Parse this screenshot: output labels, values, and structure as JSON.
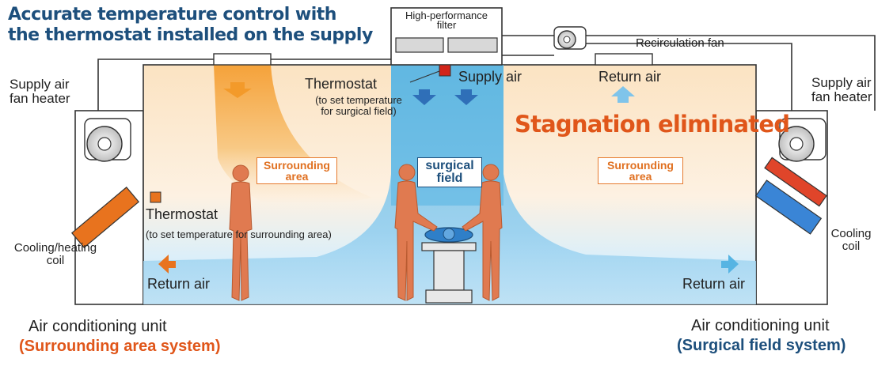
{
  "title": {
    "line1": "Accurate temperature control with",
    "line2": "the thermostat installed on the supply"
  },
  "labels": {
    "filter_line1": "High-performance",
    "filter_line2": "filter",
    "recirculation_fan": "Recirculation fan",
    "supply_heater_left_line1": "Supply air",
    "supply_heater_left_line2": "fan heater",
    "supply_heater_right_line1": "Supply air",
    "supply_heater_right_line2": "fan heater",
    "thermostat_top": "Thermostat",
    "thermostat_top_note_line1": "(to set temperature",
    "thermostat_top_note_line2": "for surgical field)",
    "supply_air": "Supply air",
    "return_air_top": "Return air",
    "stagnation": "Stagnation eliminated",
    "surrounding_left_line1": "Surrounding",
    "surrounding_left_line2": "area",
    "surrounding_right_line1": "Surrounding",
    "surrounding_right_line2": "area",
    "surgical_line1": "surgical",
    "surgical_line2": "field",
    "thermostat_left": "Thermostat",
    "thermostat_left_note": "(to set temperature for surrounding area)",
    "coil_left_line1": "Cooling/heating",
    "coil_left_line2": "coil",
    "coil_right_line1": "Cooling",
    "coil_right_line2": "coil",
    "return_air_left": "Return air",
    "return_air_right": "Return air",
    "unit_left": "Air conditioning unit",
    "unit_left_system": "(Surrounding area system)",
    "unit_right": "Air conditioning unit",
    "unit_right_system": "(Surgical field system)"
  },
  "colors": {
    "warm_air": "#f5a23a",
    "cool_air": "#56b4e3",
    "title_blue": "#1d4f7c",
    "accent_orange": "#e0561a",
    "person": "#e07a50"
  }
}
